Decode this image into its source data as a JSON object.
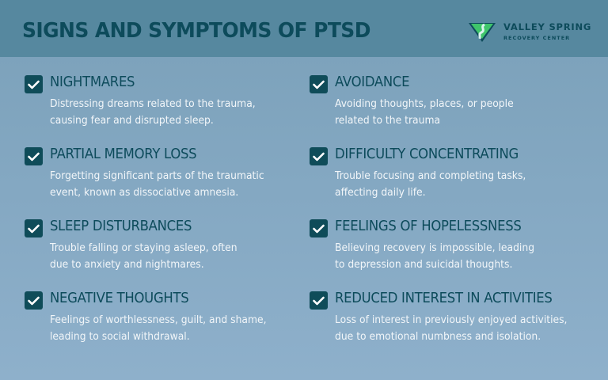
{
  "header": {
    "title": "SIGNS AND SYMPTOMS OF PTSD",
    "logo": {
      "icon": "valley-spring-logo-icon",
      "name": "VALLEY SPRING",
      "subtitle": "RECOVERY CENTER"
    }
  },
  "colors": {
    "header_bg": "#56889f",
    "body_bg_top": "#7aa0b9",
    "body_bg_bottom": "#8eb0cb",
    "title_text": "#0d4b5b",
    "checkbox_bg": "#0f4c59",
    "desc_text": "#f2f6f9",
    "logo_green": "#3fc56b"
  },
  "symptoms": {
    "left": [
      {
        "icon": "checkbox-checked-icon",
        "title": "NIGHTMARES",
        "desc": "Distressing dreams related to the trauma,\ncausing fear and disrupted sleep."
      },
      {
        "icon": "checkbox-checked-icon",
        "title": "PARTIAL MEMORY LOSS",
        "desc": "Forgetting significant parts of the traumatic\nevent, known as dissociative amnesia."
      },
      {
        "icon": "checkbox-checked-icon",
        "title": "SLEEP DISTURBANCES",
        "desc": "Trouble falling or staying asleep, often\ndue to anxiety and nightmares."
      },
      {
        "icon": "checkbox-checked-icon",
        "title": "NEGATIVE THOUGHTS",
        "desc": "Feelings of worthlessness, guilt, and shame,\nleading to social withdrawal."
      }
    ],
    "right": [
      {
        "icon": "checkbox-checked-icon",
        "title": "AVOIDANCE",
        "desc": "Avoiding thoughts, places, or people\nrelated to the trauma"
      },
      {
        "icon": "checkbox-checked-icon",
        "title": "DIFFICULTY CONCENTRATING",
        "desc": "Trouble focusing and completing tasks,\naffecting daily life."
      },
      {
        "icon": "checkbox-checked-icon",
        "title": "FEELINGS OF HOPELESSNESS",
        "desc": "Believing recovery is impossible, leading\nto depression and suicidal thoughts."
      },
      {
        "icon": "checkbox-checked-icon",
        "title": "REDUCED INTEREST IN ACTIVITIES",
        "desc": "Loss of interest in previously enjoyed activities,\ndue to emotional numbness and isolation."
      }
    ]
  }
}
